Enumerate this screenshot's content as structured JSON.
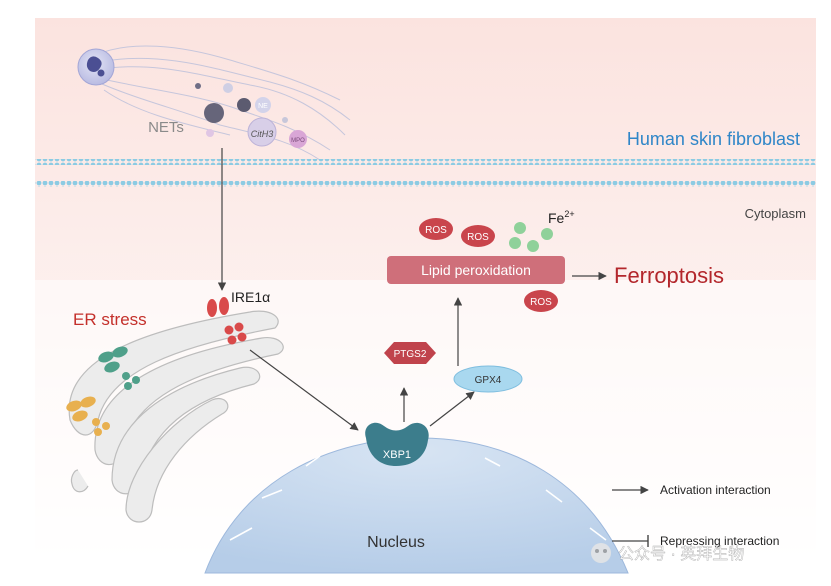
{
  "labels": {
    "nets": "NETs",
    "ne": "NE",
    "cith3": "CitH3",
    "mpo": "MPO",
    "cell_type": "Human skin fibroblast",
    "cytoplasm": "Cytoplasm",
    "er_stress": "ER stress",
    "ire1a": "IRE1α",
    "ros": "ROS",
    "fe": "Fe",
    "fe_charge": "2+",
    "lipid_peroxidation": "Lipid peroxidation",
    "ferroptosis": "Ferroptosis",
    "ptgs2": "PTGS2",
    "gpx4": "GPX4",
    "xbp1": "XBP1",
    "nucleus": "Nucleus"
  },
  "legend": {
    "activation": "Activation interaction",
    "repressing": "Repressing interaction"
  },
  "watermark": "公众号 · 英拜生物",
  "colors": {
    "cell_title": "#2f86c8",
    "er_stress": "#c4302b",
    "ferroptosis": "#b3262b",
    "ros_fill": "#c9454c",
    "lipid_box": "#cf6f7a",
    "ptgs2": "#c0434c",
    "gpx4": "#a9d8ef",
    "xbp1": "#3c7d8c",
    "nucleus": "#bcd2ea",
    "membrane": "#9fd3e8"
  }
}
